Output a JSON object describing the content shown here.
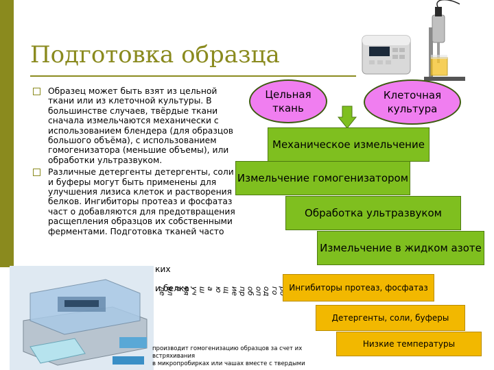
{
  "title": "Подготовка образца",
  "bullets": [
    "Образец может быть взят из цельной ткани или из клеточной культуры. В большинстве случаев, твёрдые ткани сначала измельчаются механически с использованием блендера (для образцов большого объёма), с использованием гомогенизатора (меньшие объемы), или обработки ультразвуком.",
    "Различные детергенты детергенты, соли и буферы могут быть применены для улучшения лизиса клеток и растворения белков. Ингибиторы протеаз и фосфатаз част о добавляются для предотвращения расщепления образцов их собственными ферментами. Подготовка тканей часто"
  ],
  "bullet_tail_fragments": [
    "ких",
    "и белка"
  ],
  "vertical_fragments": [
    "ле",
    "вл",
    "я",
    "уя",
    "уч",
    "ш",
    "а",
    "ю",
    "щ",
    "ие",
    "пр",
    "об",
    "оп",
    "од",
    "го",
    "ро",
    "ва"
  ],
  "sources": {
    "whole_tissue": "Цельная ткань",
    "cell_culture": "Клеточная культура"
  },
  "steps": [
    "Механическое измельчение",
    "Измельчение гомогенизатором",
    "Обработка ультразвуком",
    "Измельчение в жидком азоте"
  ],
  "additives": [
    "Ингибиторы протеаз, фосфатаз",
    "Детергенты, соли, буферы",
    "Низкие температуры"
  ],
  "caption": [
    "производит гомогенизацию образцов за счет их встряхивания",
    "в микропробирках или чашах вместе с твердыми"
  ],
  "colors": {
    "accent": "#8a8a1e",
    "step_green": "#7fbf1f",
    "additive_yellow": "#f2b800",
    "source_pink": "#f07ef0"
  }
}
